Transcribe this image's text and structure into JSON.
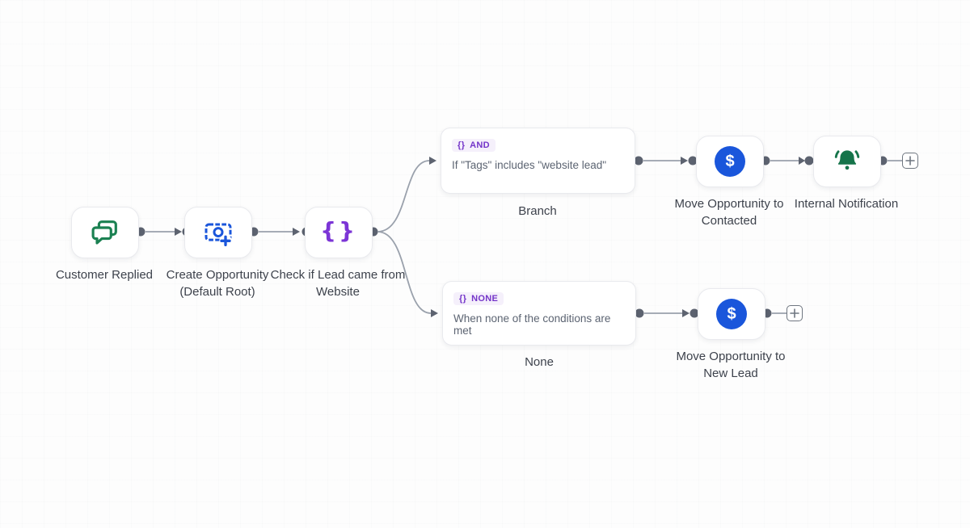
{
  "colors": {
    "green": "#1b8152",
    "blue": "#1a56db",
    "purple": "#7c35d6",
    "badge_bg": "#f5f0fb",
    "badge_text": "#7435c9",
    "connector": "#5d6370",
    "wire": "#9aa1ac",
    "node_border": "#e9eaee",
    "label_text": "#3d424c",
    "condition_text": "#5c6472"
  },
  "icons": {
    "braces_glyph": "{}",
    "dollar_glyph": "$",
    "chat": "chat-icon",
    "opportunity": "money-plus-icon",
    "bell": "bell-icon",
    "plus": "plus-icon"
  },
  "nodes": {
    "customer_replied": {
      "label": "Customer Replied"
    },
    "create_opportunity": {
      "label_line1": "Create Opportunity",
      "label_line2": "(Default Root)"
    },
    "check_lead": {
      "label_line1": "Check if Lead came from",
      "label_line2": "Website"
    },
    "branch": {
      "operator": "AND",
      "condition": "If \"Tags\" includes \"website lead\"",
      "label": "Branch"
    },
    "none_branch": {
      "operator": "NONE",
      "condition": "When none of the conditions are met",
      "label": "None"
    },
    "move_contacted": {
      "label_line1": "Move Opportunity to",
      "label_line2": "Contacted"
    },
    "internal_notification": {
      "label": "Internal Notification"
    },
    "move_new_lead": {
      "label_line1": "Move Opportunity to",
      "label_line2": "New Lead"
    }
  }
}
